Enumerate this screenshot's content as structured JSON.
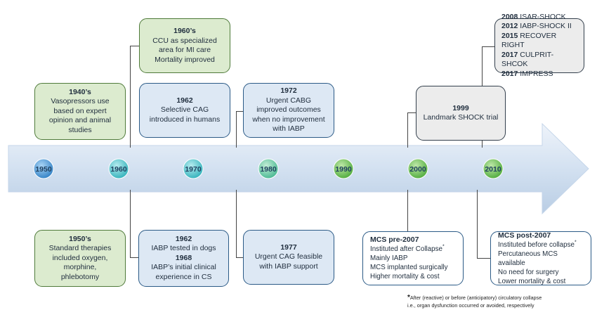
{
  "timeline": {
    "years": [
      "1950",
      "1960",
      "1970",
      "1980",
      "1990",
      "2000",
      "2010"
    ]
  },
  "top_events": {
    "e1940": {
      "heading": "1940’s",
      "lines": [
        "Vasopressors use",
        "based on expert",
        "opinion and animal",
        "studies"
      ]
    },
    "e1960s": {
      "heading": "1960’s",
      "lines": [
        "CCU as specialized",
        "area for MI care",
        "Mortality improved"
      ]
    },
    "e1962": {
      "heading": "1962",
      "lines": [
        "Selective CAG",
        "introduced in humans"
      ]
    },
    "e1972": {
      "heading": "1972",
      "lines": [
        "Urgent CABG",
        "improved outcomes",
        "when no improvement",
        "with IABP"
      ]
    },
    "e1999": {
      "heading": "1999",
      "lines": [
        "Landmark SHOCK trial"
      ]
    },
    "trials": [
      {
        "year": "2008",
        "name": "ISAR-SHOCK"
      },
      {
        "year": "2012",
        "name": "IABP-SHOCK II"
      },
      {
        "year": "2015",
        "name": "RECOVER RIGHT"
      },
      {
        "year": "2017",
        "name": "CULPRIT-SHCOK"
      },
      {
        "year": "2017",
        "name": "IMPRESS"
      }
    ]
  },
  "bottom_events": {
    "e1950s": {
      "heading": "1950’s",
      "lines": [
        "Standard therapies",
        "included oxygen,",
        "morphine,",
        "phlebotomy"
      ]
    },
    "e1962b": {
      "heading1": "1962",
      "line1": "IABP tested in dogs",
      "heading2": "1968",
      "lines2": [
        "IABP’s initial clinical",
        "experience in CS"
      ]
    },
    "e1977": {
      "heading": "1977",
      "lines": [
        "Urgent CAG feasible",
        "with IABP support"
      ]
    },
    "mcs_pre": {
      "heading": "MCS pre-2007",
      "first": "Instituted after Collapse",
      "marker": "*",
      "lines": [
        "Mainly IABP",
        "MCS implanted surgically",
        "Higher mortality & cost"
      ]
    },
    "mcs_post": {
      "heading": "MCS post-2007",
      "first": "Instituted before collapse",
      "marker": "*",
      "lines": [
        "Percutaneous MCS available",
        "No need for surgery",
        "Lower mortality & cost"
      ]
    }
  },
  "footnote": {
    "marker": "*",
    "line1": "After (reactive) or before (anticipatory) circulatory collapse",
    "line2": "i.e., organ dysfunction occurred or avoided, respectively"
  },
  "colors": {
    "arrow": "#d6e3f1",
    "circle_blue": "#3f8fd0",
    "circle_teal": "#3bbcc4",
    "circle_green": "#5cb848"
  }
}
